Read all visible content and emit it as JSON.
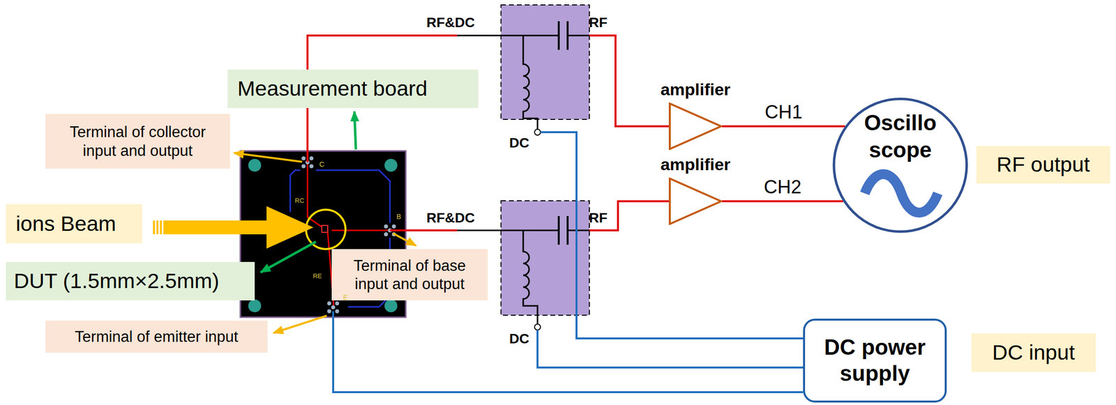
{
  "diagram": {
    "nodes": [
      {
        "text": [
          "Measurement board"
        ]
      },
      {
        "text": [
          "Terminal of collector input and output"
        ]
      },
      {
        "text": [
          "ions Beam"
        ]
      },
      {
        "text": [
          "DUT (1.5mm×2.5mm)"
        ]
      },
      {
        "text": [
          "Terminal of base input and output"
        ]
      },
      {
        "text": [
          "Terminal of emitter input"
        ]
      },
      {
        "text": [
          "amplifier"
        ]
      },
      {
        "text": [
          "amplifier"
        ]
      },
      {
        "text": [
          "Oscillo scope"
        ]
      },
      {
        "text": [
          "RF output"
        ]
      },
      {
        "text": [
          "DC power supply"
        ]
      },
      {
        "text": [
          "DC input"
        ]
      }
    ],
    "edges": [
      {
        "from": 6,
        "to": 8,
        "arrow": "none",
        "label": "CH1"
      },
      {
        "from": 7,
        "to": 8,
        "arrow": "none",
        "label": "CH2"
      }
    ],
    "labels": [
      "C",
      "RC",
      "B",
      "RE",
      "E",
      "RF&DC",
      "RF",
      "DC",
      "RF&DC",
      "RF",
      "DC"
    ]
  }
}
